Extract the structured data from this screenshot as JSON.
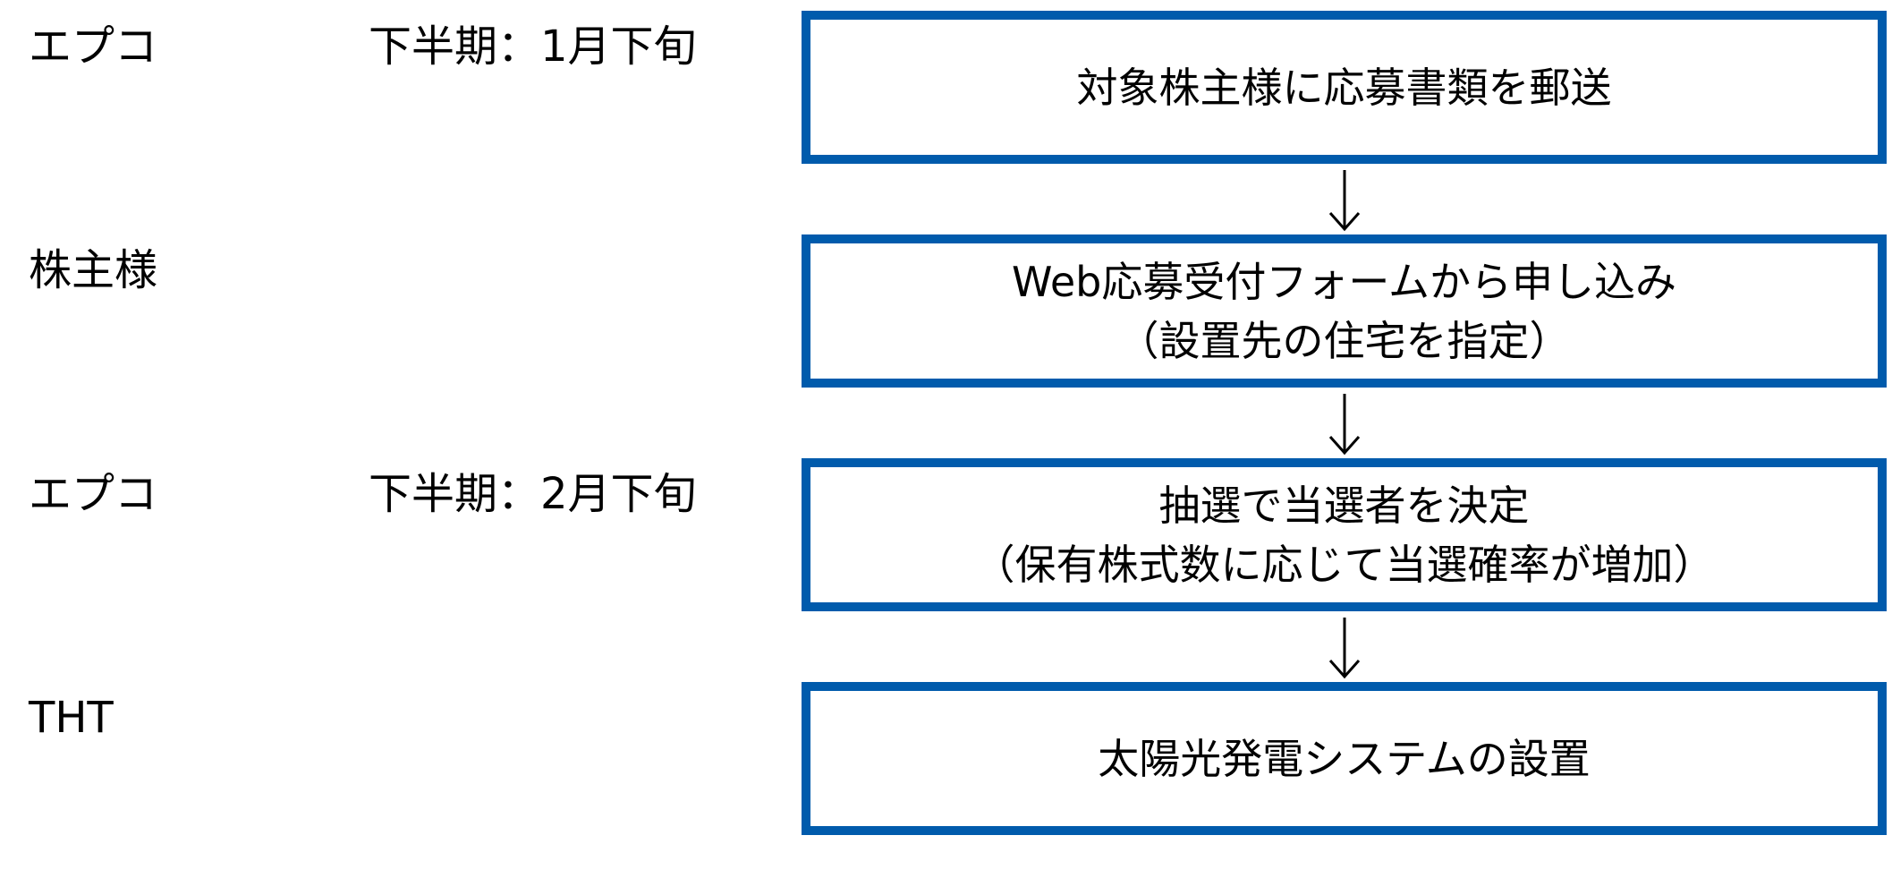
{
  "colors": {
    "box_border": "#005BAC",
    "text": "#000000",
    "background": "#ffffff"
  },
  "rows": [
    {
      "actor": "エプコ",
      "timing": "下半期：1月下旬",
      "step_lines": [
        "対象株主様に応募書類を郵送"
      ]
    },
    {
      "actor": "株主様",
      "timing": "",
      "step_lines": [
        "Web応募受付フォームから申し込み",
        "（設置先の住宅を指定）"
      ]
    },
    {
      "actor": "エプコ",
      "timing": "下半期：2月下旬",
      "step_lines": [
        "抽選で当選者を決定",
        "（保有株式数に応じて当選確率が増加）"
      ]
    },
    {
      "actor": "THT",
      "timing": "",
      "step_lines": [
        "太陽光発電システムの設置"
      ]
    }
  ],
  "connectors": [
    {
      "from": 0,
      "to": 1,
      "icon": "arrow-down-icon"
    },
    {
      "from": 1,
      "to": 2,
      "icon": "arrow-down-icon"
    },
    {
      "from": 2,
      "to": 3,
      "icon": "arrow-down-icon"
    }
  ]
}
